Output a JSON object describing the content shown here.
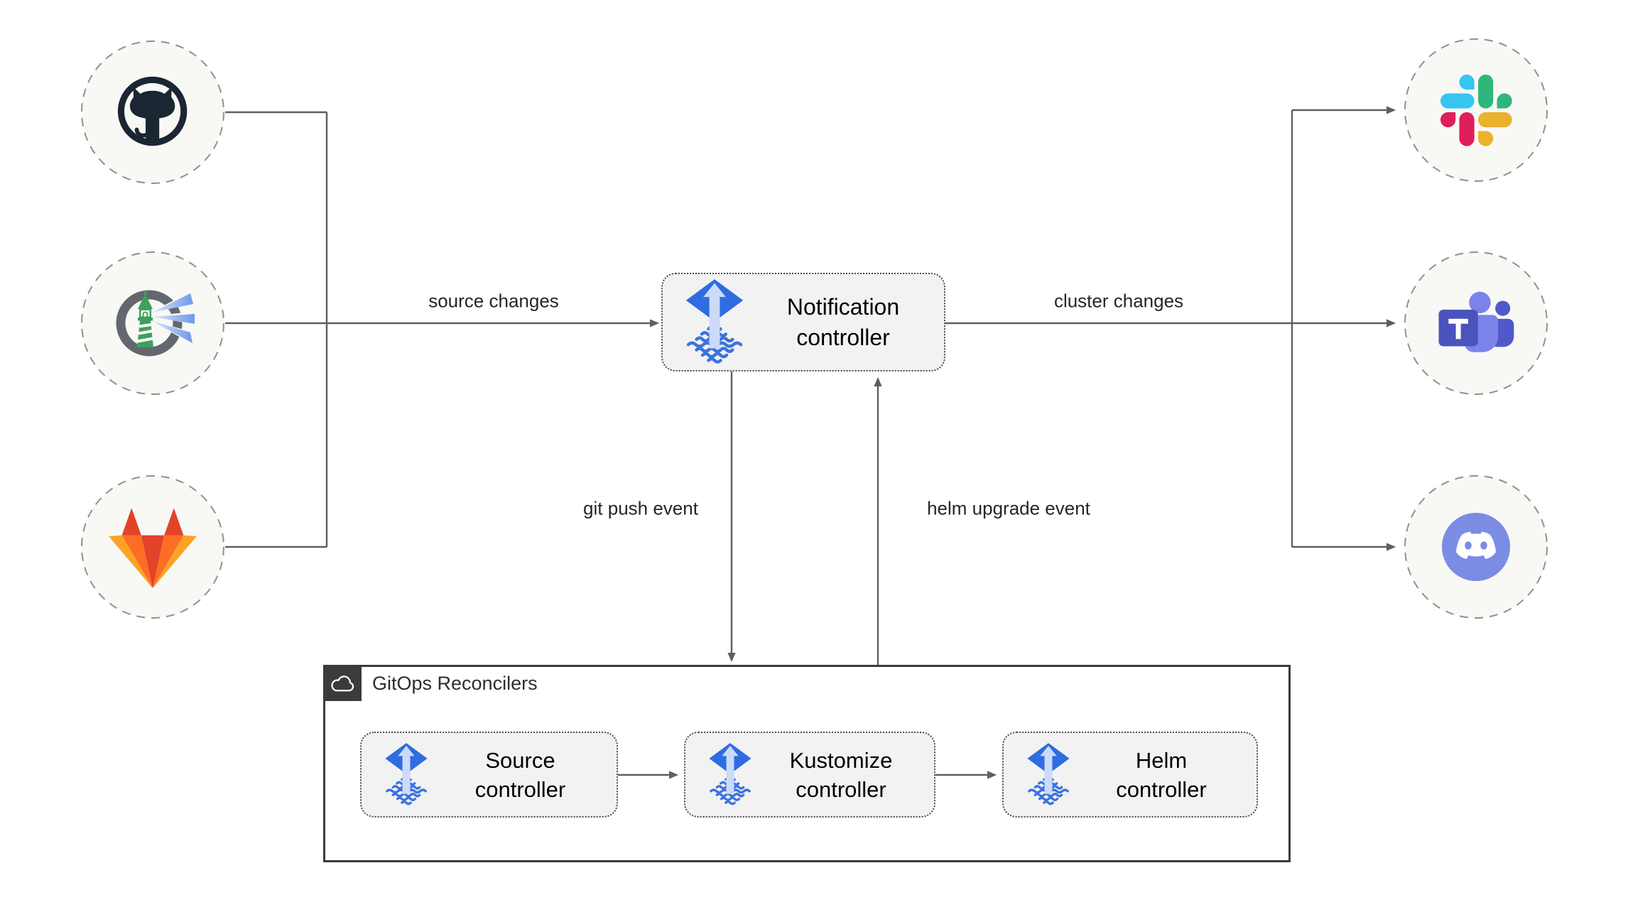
{
  "nodes": {
    "sources": [
      {
        "icon": "github-icon"
      },
      {
        "icon": "harbor-icon"
      },
      {
        "icon": "gitlab-icon"
      }
    ],
    "notification_controller": {
      "icon": "flux-icon",
      "line1": "Notification",
      "line2": "controller"
    },
    "targets": [
      {
        "icon": "slack-icon"
      },
      {
        "icon": "teams-icon"
      },
      {
        "icon": "discord-icon"
      }
    ],
    "gitops_group": {
      "title": "GitOps Reconcilers",
      "icon": "cloud-icon",
      "controllers": [
        {
          "icon": "flux-icon",
          "line1": "Source",
          "line2": "controller"
        },
        {
          "icon": "flux-icon",
          "line1": "Kustomize",
          "line2": "controller"
        },
        {
          "icon": "flux-icon",
          "line1": "Helm",
          "line2": "controller"
        }
      ]
    }
  },
  "edge_labels": {
    "source_changes": "source changes",
    "cluster_changes": "cluster changes",
    "git_push": "git push event",
    "helm_upgrade": "helm upgrade event"
  },
  "colors": {
    "background": "#ffffff",
    "edge_gray": "#5f5f5f",
    "node_circle_fill": "#f8f8f5",
    "node_circle_stroke": "#909090",
    "controller_box_fill": "#f2f2f2",
    "controller_box_border": "#4d4d4d",
    "gitops_border": "#3b3b3b",
    "flux_blue": "#2e6ce2",
    "flux_light": "#cbdaf7",
    "flux_wave": "#3b73e0",
    "github_dark": "#1b2633",
    "harbor_ring": "#62686e",
    "harbor_green": "#3ea05c",
    "gitlab_red": "#e24329",
    "gitlab_orange": "#fc6d26",
    "gitlab_yellow": "#fca326",
    "slack_blue": "#36c5f0",
    "slack_green": "#2eb67d",
    "slack_yellow": "#ecb22e",
    "slack_pink": "#e01e5a",
    "teams_dark": "#4b53bc",
    "teams_light": "#7b83eb",
    "teams_mid": "#5059c9",
    "discord_blurple": "#7b8ce4"
  }
}
